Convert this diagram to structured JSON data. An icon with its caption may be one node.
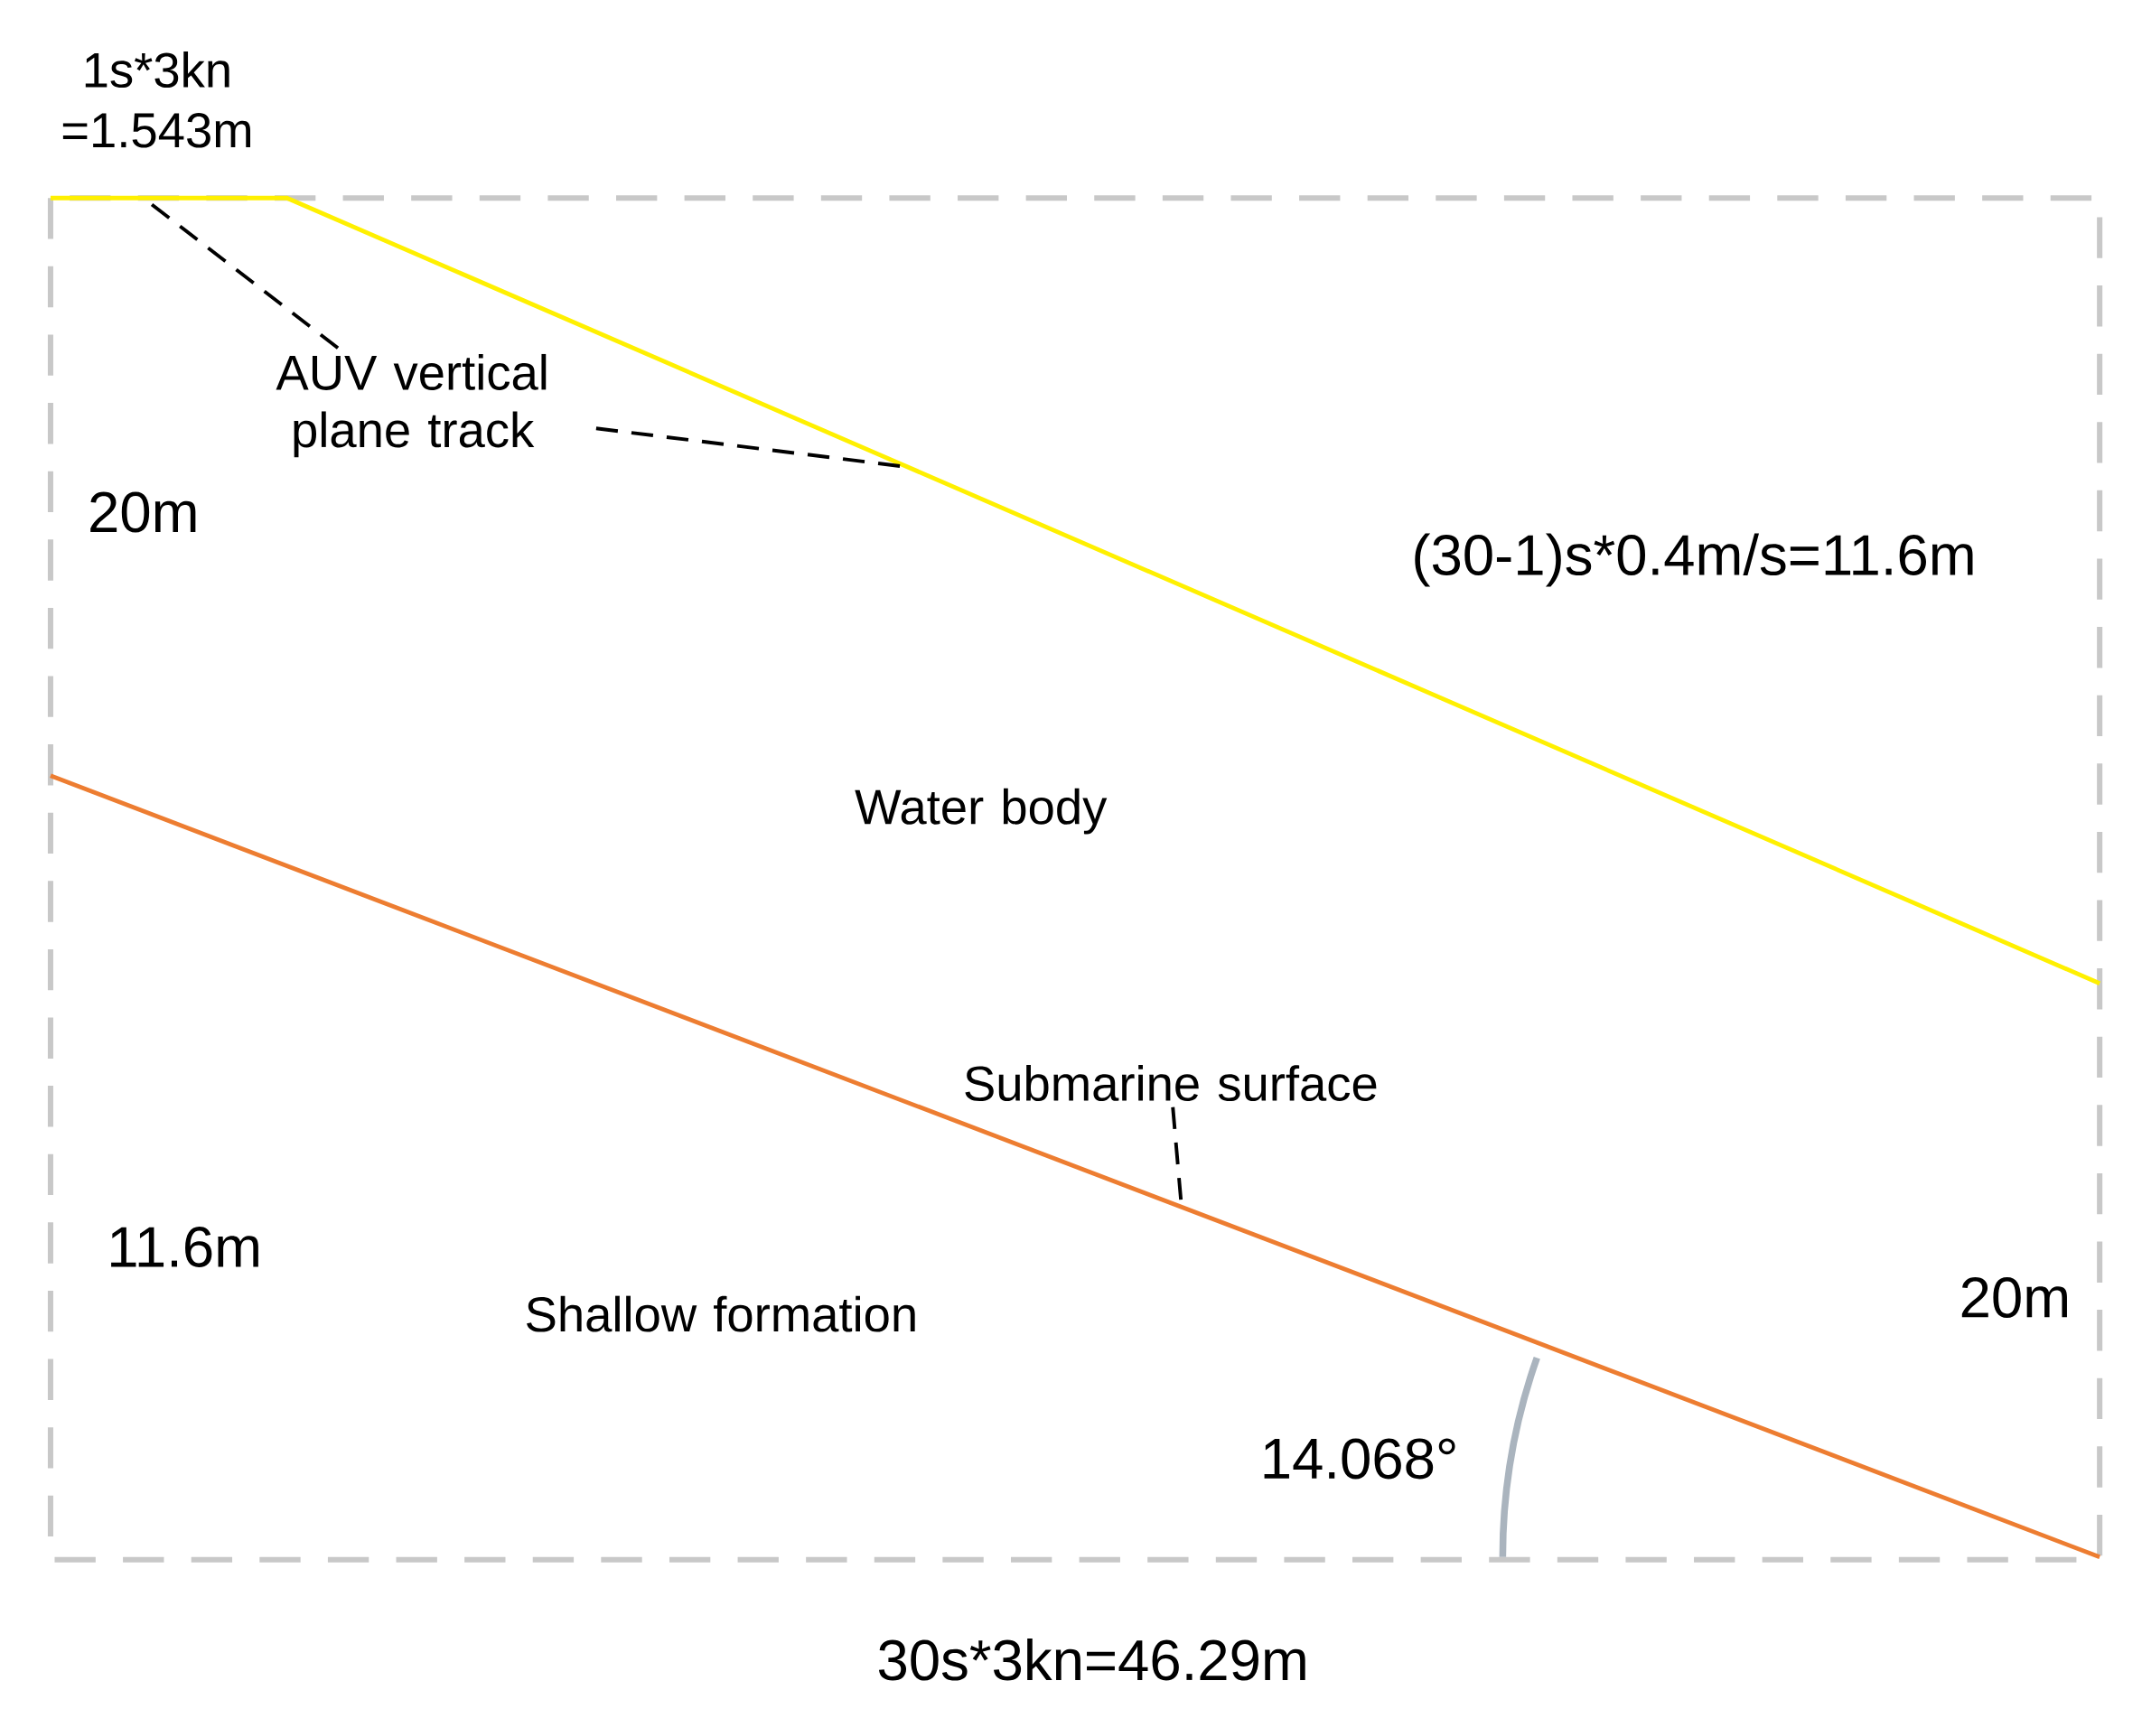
{
  "diagram": {
    "nodes": [
      {
        "text": [
          "AUV vertical plane track"
        ]
      },
      {
        "text": [
          "Submarine surface"
        ]
      }
    ],
    "edges": [
      {
        "from": 0,
        "to": null,
        "arrow": "none",
        "style": "dashed"
      },
      {
        "from": 0,
        "to": null,
        "arrow": "none",
        "style": "dashed"
      },
      {
        "from": 1,
        "to": null,
        "arrow": "none",
        "style": "dashed"
      }
    ],
    "labels": [
      "1s*3kn =1.543m",
      "20m",
      "(30-1)s*0.4m/s=11.6m",
      "Water body",
      "11.6m",
      "Shallow formation",
      "20m",
      "14.068°",
      "30s*3kn=46.29m"
    ]
  }
}
